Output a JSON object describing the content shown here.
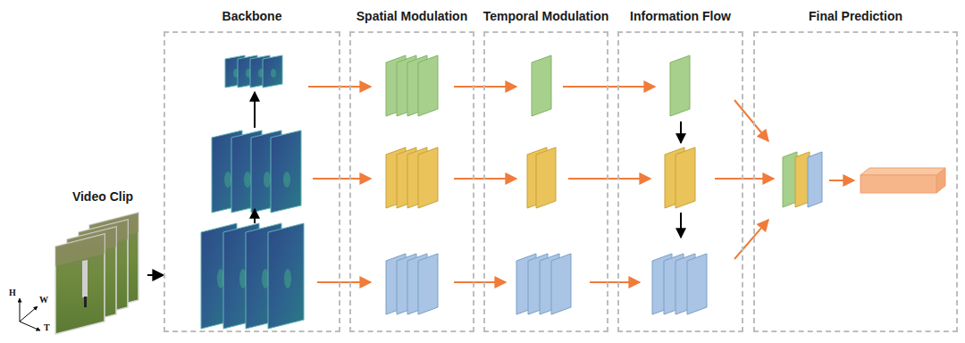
{
  "diagram": {
    "nodes": [
      {
        "text": [
          "Video Clip"
        ]
      },
      {
        "text": [
          "Backbone"
        ]
      },
      {
        "text": [
          "Spatial Modulation"
        ]
      },
      {
        "text": [
          "Temporal Modulation"
        ]
      },
      {
        "text": [
          "Information Flow"
        ]
      },
      {
        "text": [
          "Final Prediction"
        ]
      }
    ],
    "edges": [
      {
        "from": 0,
        "to": 1,
        "arrow": "to"
      }
    ],
    "labels": [
      "H",
      "W",
      "T"
    ]
  }
}
